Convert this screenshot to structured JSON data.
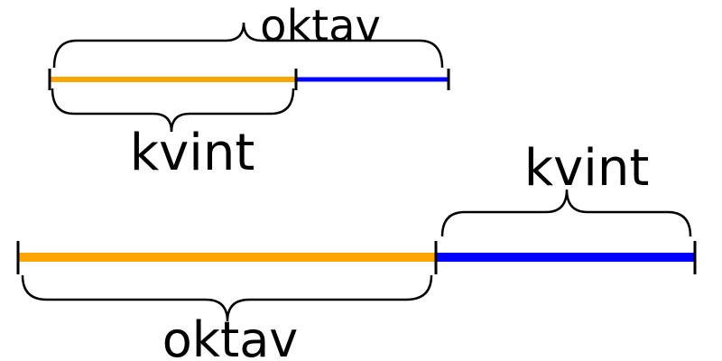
{
  "colors": {
    "fifth": "#FFA500",
    "remainder": "#0000FF",
    "ink": "#000000"
  },
  "top": {
    "over_label": "oktav",
    "under_label": "kvint"
  },
  "bottom": {
    "over_label": "kvint",
    "under_label": "oktav"
  }
}
